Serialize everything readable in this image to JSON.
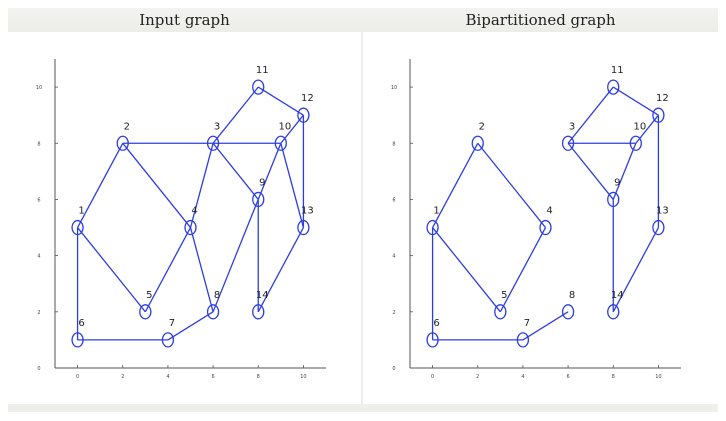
{
  "titles": {
    "left": "Input graph",
    "right": "Bipartitioned graph"
  },
  "axis": {
    "x_ticks": [
      0,
      2,
      4,
      6,
      8,
      10
    ],
    "y_ticks": [
      0,
      2,
      4,
      6,
      8,
      10
    ],
    "xlim": [
      -1,
      11
    ],
    "ylim": [
      0,
      11
    ]
  },
  "nodes": [
    {
      "id": "1",
      "x": 0,
      "y": 5
    },
    {
      "id": "2",
      "x": 2,
      "y": 8
    },
    {
      "id": "3",
      "x": 6,
      "y": 8
    },
    {
      "id": "4",
      "x": 5,
      "y": 5
    },
    {
      "id": "5",
      "x": 3,
      "y": 2
    },
    {
      "id": "6",
      "x": 0,
      "y": 1
    },
    {
      "id": "7",
      "x": 4,
      "y": 1
    },
    {
      "id": "8",
      "x": 6,
      "y": 2
    },
    {
      "id": "9",
      "x": 8,
      "y": 6
    },
    {
      "id": "10",
      "x": 9,
      "y": 8
    },
    {
      "id": "11",
      "x": 8,
      "y": 10
    },
    {
      "id": "12",
      "x": 10,
      "y": 9
    },
    {
      "id": "13",
      "x": 10,
      "y": 5
    },
    {
      "id": "14",
      "x": 8,
      "y": 2
    }
  ],
  "input_edges": [
    [
      "1",
      "2"
    ],
    [
      "1",
      "5"
    ],
    [
      "1",
      "6"
    ],
    [
      "6",
      "7"
    ],
    [
      "5",
      "4"
    ],
    [
      "2",
      "4"
    ],
    [
      "4",
      "8"
    ],
    [
      "7",
      "8"
    ],
    [
      "2",
      "3"
    ],
    [
      "3",
      "10"
    ],
    [
      "3",
      "4"
    ],
    [
      "3",
      "11"
    ],
    [
      "3",
      "9"
    ],
    [
      "11",
      "12"
    ],
    [
      "10",
      "12"
    ],
    [
      "10",
      "9"
    ],
    [
      "10",
      "13"
    ],
    [
      "12",
      "13"
    ],
    [
      "9",
      "8"
    ],
    [
      "9",
      "14"
    ],
    [
      "13",
      "14"
    ]
  ],
  "bipartitioned_edges": [
    [
      "1",
      "2"
    ],
    [
      "1",
      "5"
    ],
    [
      "1",
      "6"
    ],
    [
      "6",
      "7"
    ],
    [
      "5",
      "4"
    ],
    [
      "2",
      "4"
    ],
    [
      "7",
      "8"
    ],
    [
      "3",
      "11"
    ],
    [
      "11",
      "12"
    ],
    [
      "3",
      "10"
    ],
    [
      "3",
      "9"
    ],
    [
      "10",
      "9"
    ],
    [
      "10",
      "12"
    ],
    [
      "12",
      "13"
    ],
    [
      "13",
      "14"
    ],
    [
      "9",
      "14"
    ]
  ],
  "colors": {
    "edge": "#2d3ee0",
    "node": "#2d3ee0",
    "axis": "#555555",
    "label": "#222222"
  }
}
